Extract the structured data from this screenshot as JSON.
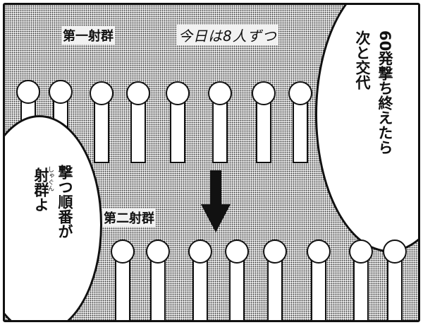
{
  "labels": {
    "group1": "第一射群",
    "group2": "第二射群",
    "note": "今日は8人ずつ"
  },
  "bubble_right": {
    "line1": "60発撃ち終えたら",
    "line2": "次と交代"
  },
  "bubble_left": {
    "line1": "撃つ順番が",
    "line2": "射群よ",
    "ruby": "しゃぐん"
  },
  "figures": {
    "row1_count": 8,
    "row2_count": 8
  },
  "colors": {
    "ink": "#111111",
    "screentone": "#333333",
    "paper": "#ffffff"
  }
}
